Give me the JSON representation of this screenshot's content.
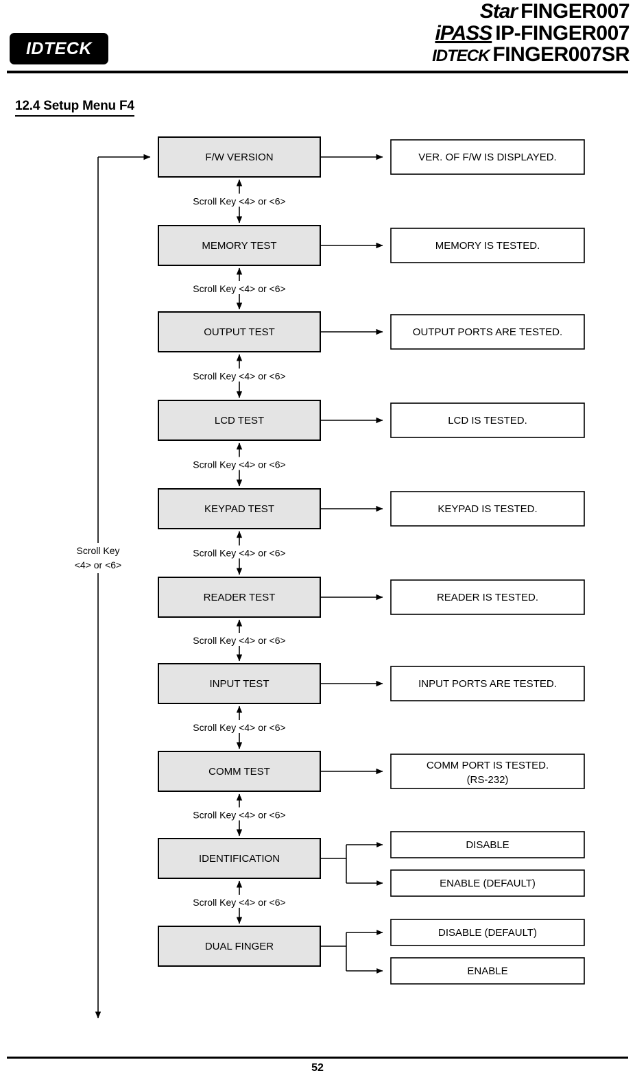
{
  "header": {
    "logo_text": "IDTECK",
    "product_lines": [
      {
        "brand": "Star",
        "model": "FINGER007",
        "underline": false
      },
      {
        "brand": "iPASS",
        "model": "IP-FINGER007",
        "underline": true
      },
      {
        "brand": "IDTECK",
        "model": "FINGER007SR",
        "underline": false
      }
    ]
  },
  "section": {
    "heading": "12.4 Setup Menu F4"
  },
  "diagram": {
    "loop_label_line1": "Scroll Key",
    "loop_label_line2": "<4> or <6>",
    "scroll_label": "Scroll Key <4> or <6>",
    "steps": [
      {
        "menu": "F/W VERSION",
        "results": [
          "VER. OF F/W IS DISPLAYED."
        ]
      },
      {
        "menu": "MEMORY TEST",
        "results": [
          "MEMORY IS TESTED."
        ]
      },
      {
        "menu": "OUTPUT TEST",
        "results": [
          "OUTPUT PORTS ARE TESTED."
        ]
      },
      {
        "menu": "LCD TEST",
        "results": [
          "LCD IS TESTED."
        ]
      },
      {
        "menu": "KEYPAD TEST",
        "results": [
          "KEYPAD IS TESTED."
        ]
      },
      {
        "menu": "READER TEST",
        "results": [
          "READER IS TESTED."
        ]
      },
      {
        "menu": "INPUT TEST",
        "results": [
          "INPUT PORTS ARE TESTED."
        ]
      },
      {
        "menu": "COMM TEST",
        "results": [
          "COMM PORT IS TESTED.",
          "(RS-232)"
        ]
      },
      {
        "menu": "IDENTIFICATION",
        "results": [
          "DISABLE",
          "ENABLE (DEFAULT)"
        ]
      },
      {
        "menu": "DUAL FINGER",
        "results": [
          "DISABLE (DEFAULT)",
          "ENABLE"
        ]
      }
    ]
  },
  "footer": {
    "page_number": "52"
  },
  "colors": {
    "menu_box_fill": "#e4e4e4",
    "line": "#000000",
    "page_background": "#ffffff"
  }
}
